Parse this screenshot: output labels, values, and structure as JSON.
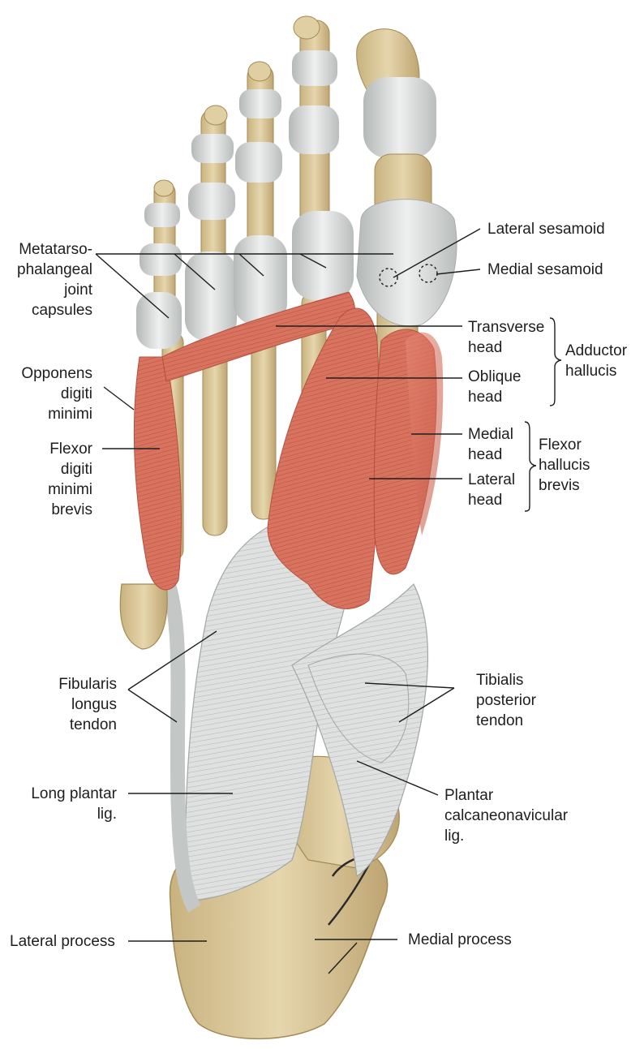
{
  "labels": {
    "mtp_capsules": [
      "Metatarso-",
      "phalangeal",
      "joint",
      "capsules"
    ],
    "opponens": [
      "Opponens",
      "digiti",
      "minimi"
    ],
    "fdmb": [
      "Flexor",
      "digiti",
      "minimi",
      "brevis"
    ],
    "fibularis": [
      "Fibularis",
      "longus",
      "tendon"
    ],
    "long_plantar": [
      "Long plantar",
      "lig."
    ],
    "lateral_process": "Lateral process",
    "lateral_sesamoid": "Lateral sesamoid",
    "medial_sesamoid": "Medial sesamoid",
    "transverse_head": [
      "Transverse",
      "head"
    ],
    "oblique_head": [
      "Oblique",
      "head"
    ],
    "adductor": [
      "Adductor",
      "hallucis"
    ],
    "medial_head": [
      "Medial",
      "head"
    ],
    "lateral_head": [
      "Lateral",
      "head"
    ],
    "fhb": [
      "Flexor",
      "hallucis",
      "brevis"
    ],
    "tibialis": [
      "Tibialis",
      "posterior",
      "tendon"
    ],
    "plantar_cn": [
      "Plantar",
      "calcaneonavicular",
      "lig."
    ],
    "medial_process": "Medial process"
  },
  "colors": {
    "bone": "#d9c79a",
    "bone_shade": "#b89f6c",
    "ligament": "#dcdedd",
    "ligament_shade": "#a9adab",
    "muscle": "#d97563",
    "muscle_shade": "#b8503f",
    "line": "#1e1e1e"
  }
}
